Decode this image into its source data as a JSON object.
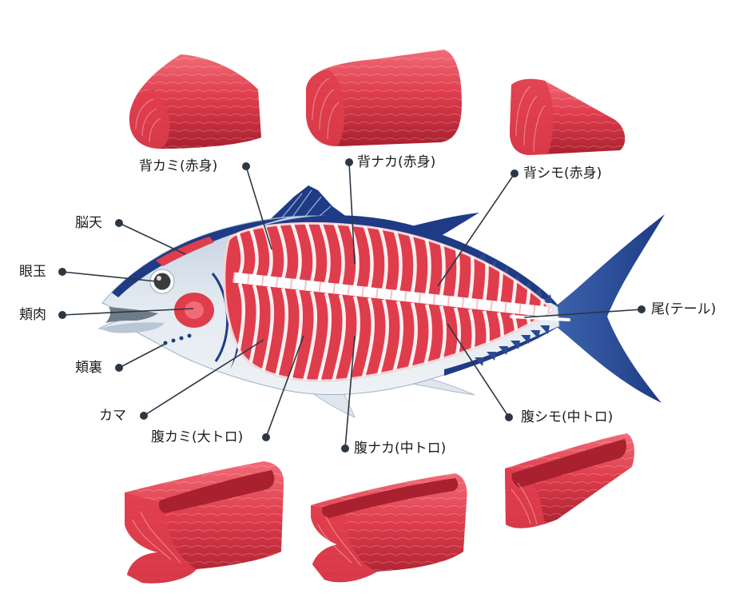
{
  "labels": {
    "se_kami": "背カミ(赤身)",
    "se_naka": "背ナカ(赤身)",
    "se_shimo": "背シモ(赤身)",
    "noten": "脳天",
    "medama": "眼玉",
    "hohoniku": "頬肉",
    "hohoura": "頬裏",
    "kama": "カマ",
    "hara_kami": "腹カミ(大トロ)",
    "hara_naka": "腹ナカ(中トロ)",
    "hara_shimo": "腹シモ(中トロ)",
    "o": "尾(テール)"
  },
  "colors": {
    "meat": "#df3d4c",
    "meat_light": "#f06b76",
    "meat_dark": "#a9202f",
    "fish_blue": "#1f3b85",
    "belly": "#eef2f6",
    "marker": "#2c3743"
  }
}
